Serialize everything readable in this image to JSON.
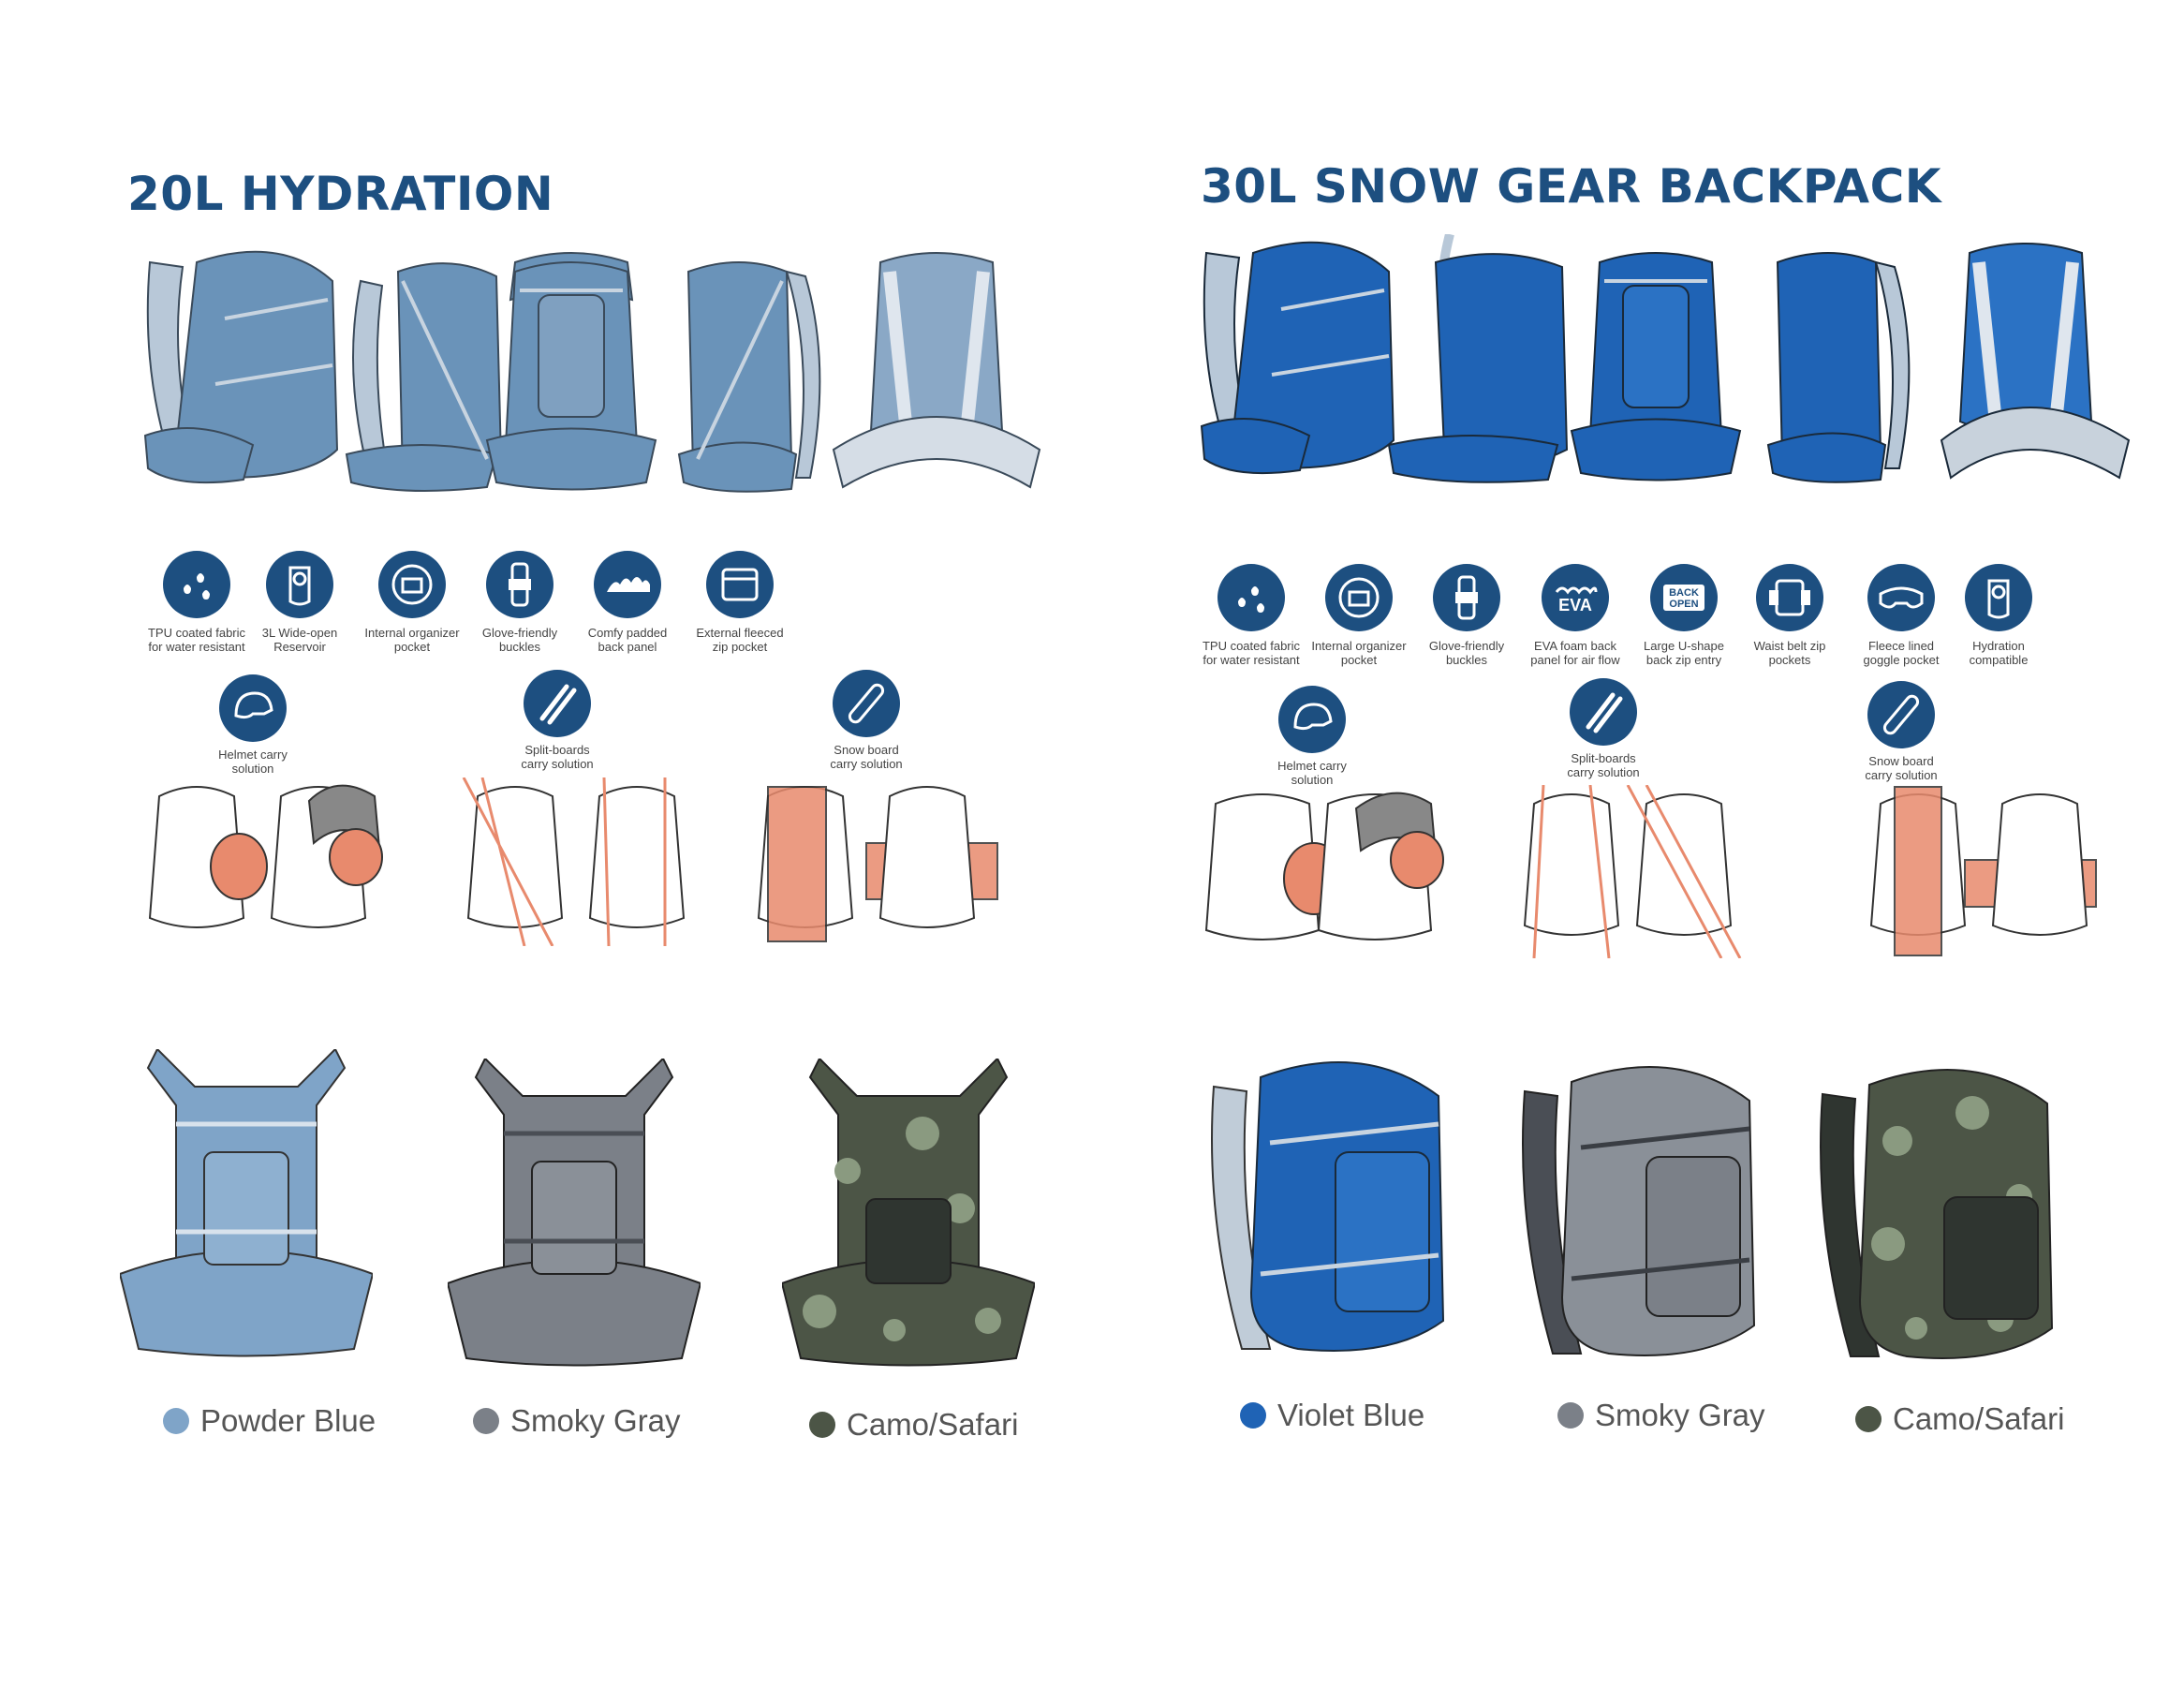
{
  "left": {
    "title": "20L HYDRATION",
    "pack_color": "#6a93b9",
    "features": [
      {
        "icon": "water-drops-icon",
        "label": "TPU coated fabric\nfor water resistant"
      },
      {
        "icon": "reservoir-icon",
        "label": "3L Wide-open\nReservoir"
      },
      {
        "icon": "organizer-icon",
        "label": "Internal organizer\npocket"
      },
      {
        "icon": "buckle-icon",
        "label": "Glove-friendly\nbuckles"
      },
      {
        "icon": "padded-panel-icon",
        "label": "Comfy padded\nback panel"
      },
      {
        "icon": "zip-pocket-icon",
        "label": "External fleeced\nzip pocket"
      }
    ],
    "carry": [
      {
        "icon": "helmet-icon",
        "label": "Helmet carry\nsolution"
      },
      {
        "icon": "split-board-icon",
        "label": "Split-boards\ncarry solution"
      },
      {
        "icon": "snowboard-icon",
        "label": "Snow board\ncarry solution"
      }
    ],
    "colors": [
      {
        "name": "Powder Blue",
        "swatch": "#7fa4c8"
      },
      {
        "name": "Smoky Gray",
        "swatch": "#7b8088"
      },
      {
        "name": "Camo/Safari",
        "swatch": "#4c5546"
      }
    ]
  },
  "right": {
    "title": "30L SNOW GEAR BACKPACK",
    "pack_color": "#1f63b5",
    "features": [
      {
        "icon": "water-drops-icon",
        "label": "TPU coated fabric\nfor water resistant"
      },
      {
        "icon": "organizer-icon",
        "label": "Internal organizer\npocket"
      },
      {
        "icon": "buckle-icon",
        "label": "Glove-friendly\nbuckles"
      },
      {
        "icon": "eva-icon",
        "text": "EVA",
        "label": "EVA foam back\npanel for air flow"
      },
      {
        "icon": "back-open-icon",
        "text": "BACK\nOPEN",
        "label": "Large U-shape\nback zip entry"
      },
      {
        "icon": "waist-pocket-icon",
        "label": "Waist belt zip\npockets"
      },
      {
        "icon": "goggle-icon",
        "label": "Fleece lined\ngoggle pocket"
      },
      {
        "icon": "hydration-icon",
        "label": "Hydration\ncompatible"
      }
    ],
    "carry": [
      {
        "icon": "helmet-icon",
        "label": "Helmet carry\nsolution"
      },
      {
        "icon": "split-board-icon",
        "label": "Split-boards\ncarry solution"
      },
      {
        "icon": "snowboard-icon",
        "label": "Snow board\ncarry solution"
      }
    ],
    "colors": [
      {
        "name": "Violet Blue",
        "swatch": "#1f63b5"
      },
      {
        "name": "Smoky Gray",
        "swatch": "#7b8088"
      },
      {
        "name": "Camo/Safari",
        "swatch": "#4c5546"
      }
    ]
  },
  "accent": "#e88a6d",
  "brand_blue": "#1d4f80"
}
